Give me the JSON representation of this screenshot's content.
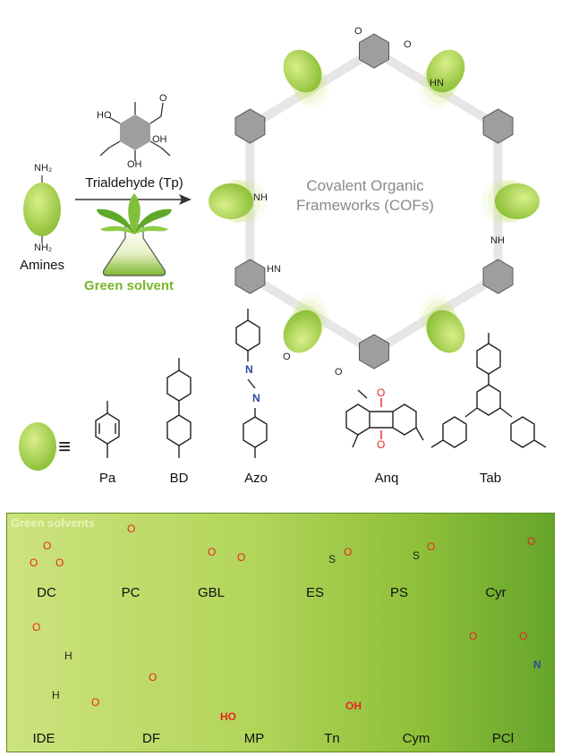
{
  "reaction": {
    "amine_top": "NH₂",
    "amine_bottom": "NH₂",
    "amines_label": "Amines",
    "tp_label": "Trialdehyde (Tp)",
    "tp_oh": "HO",
    "tp_oh2": "OH",
    "tp_oh3": "OH",
    "tp_o": "O",
    "solvent_label": "Green solvent"
  },
  "cof": {
    "title_line1": "Covalent Organic",
    "title_line2": "Frameworks (COFs)",
    "nh": "NH",
    "hn": "HN",
    "o": "O"
  },
  "linkers": {
    "equiv": "≡",
    "items": [
      "Pa",
      "BD",
      "Azo",
      "Anq",
      "Tab"
    ],
    "azo_n": "N",
    "anq_o": "O"
  },
  "solvents": {
    "title": "Green solvents",
    "row1": [
      "DC",
      "PC",
      "GBL",
      "ES",
      "PS",
      "Cyr"
    ],
    "row2": [
      "IDE",
      "DF",
      "MP",
      "Tn",
      "Cym",
      "PCl"
    ],
    "atoms": {
      "o": "O",
      "s": "S",
      "h": "H",
      "ho": "HO",
      "oh": "OH",
      "n": "N"
    }
  },
  "colors": {
    "green": "#9bc93a",
    "green_light": "#cfe681",
    "hexagon": "#9e9e9e",
    "oxygen": "#e8251f",
    "nitrogen": "#2b4a9c",
    "panel_dark": "#66a52c"
  }
}
